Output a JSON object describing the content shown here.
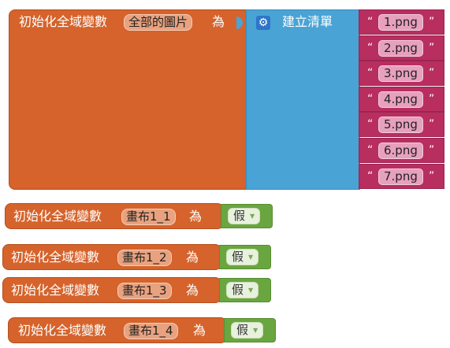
{
  "main_block": {
    "keyword": "初始化全域變數",
    "var_name": "全部的圖片",
    "as_label": "為",
    "list_label": "建立清單",
    "items": [
      "1.png",
      "2.png",
      "3.png",
      "4.png",
      "5.png",
      "6.png",
      "7.png"
    ],
    "open_quote": "“",
    "close_quote": "”"
  },
  "blocks": [
    {
      "keyword": "初始化全域變數",
      "var_name": "畫布1_1",
      "as_label": "為",
      "value": "假"
    },
    {
      "keyword": "初始化全域變數",
      "var_name": "畫布1_2",
      "as_label": "為",
      "value": "假"
    },
    {
      "keyword": "初始化全域變數",
      "var_name": "畫布1_3",
      "as_label": "為",
      "value": "假"
    },
    {
      "keyword": "初始化全域變數",
      "var_name": "畫布1_4",
      "as_label": "為",
      "value": "假"
    }
  ],
  "icons": {
    "gear": "gear-icon",
    "dropdown": "dropdown-arrow-icon"
  },
  "colors": {
    "variable": "#d5632b",
    "list": "#4aa3d5",
    "text": "#b82e5f",
    "logic": "#6aa63f"
  }
}
